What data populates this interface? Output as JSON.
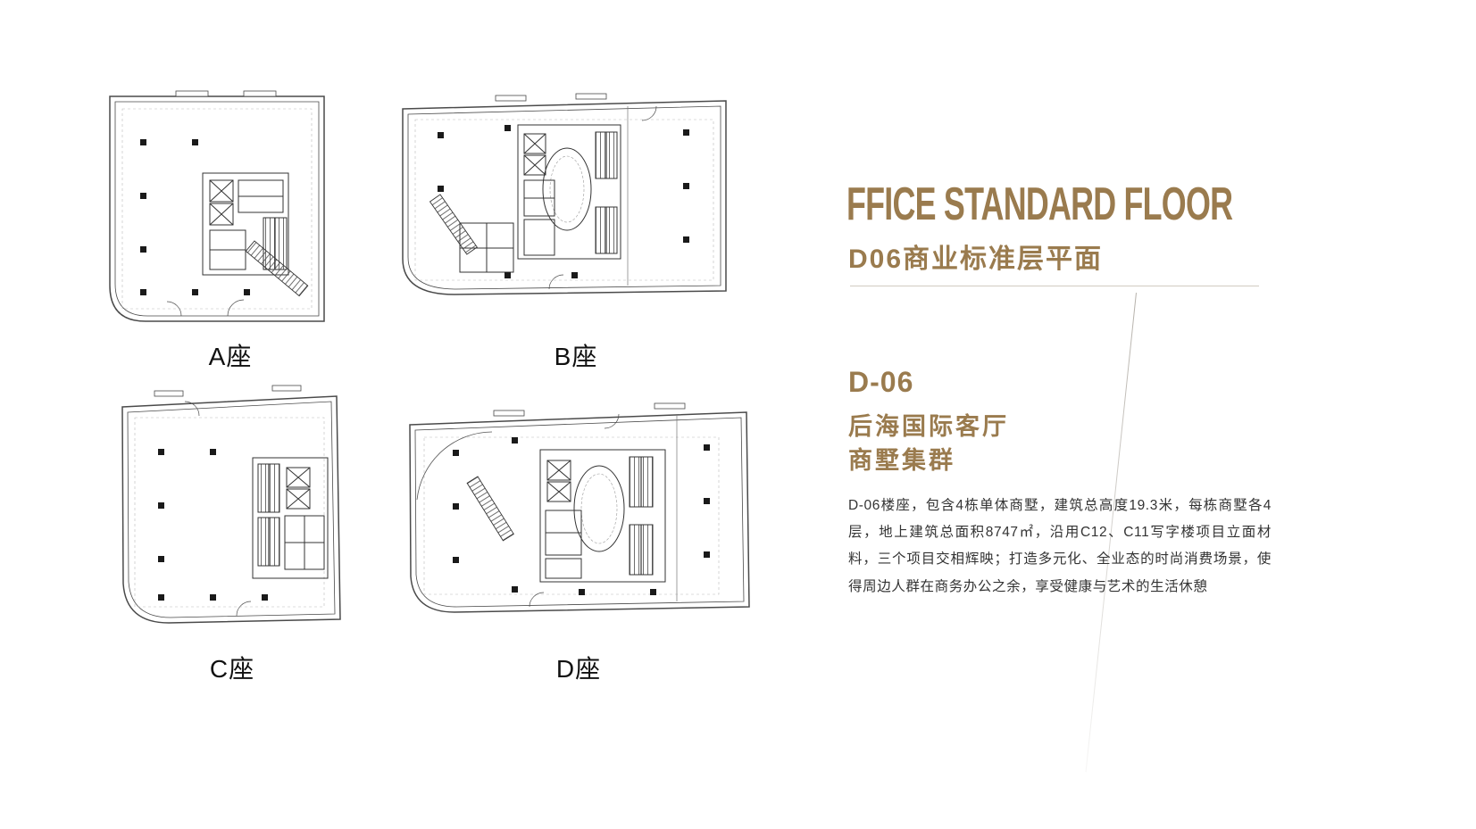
{
  "plans": [
    {
      "label": "A座"
    },
    {
      "label": "B座"
    },
    {
      "label": "C座"
    },
    {
      "label": "D座"
    }
  ],
  "panel": {
    "title_en": "FFICE STANDARD FLOOR",
    "title_cn": "D06商业标准层平面",
    "section_code": "D-06",
    "section_line1": "后海国际客厅",
    "section_line2": "商墅集群",
    "description": "D-06楼座，包含4栋单体商墅，建筑总高度19.3米，每栋商墅各4层，地上建筑总面积8747㎡，沿用C12、C11写字楼项目立面材料，三个项目交相辉映；打造多元化、全业态的时尚消费场景，使得周边人群在商务办公之余，享受健康与艺术的生活休憩",
    "accent_color": "#9a7b4e"
  }
}
